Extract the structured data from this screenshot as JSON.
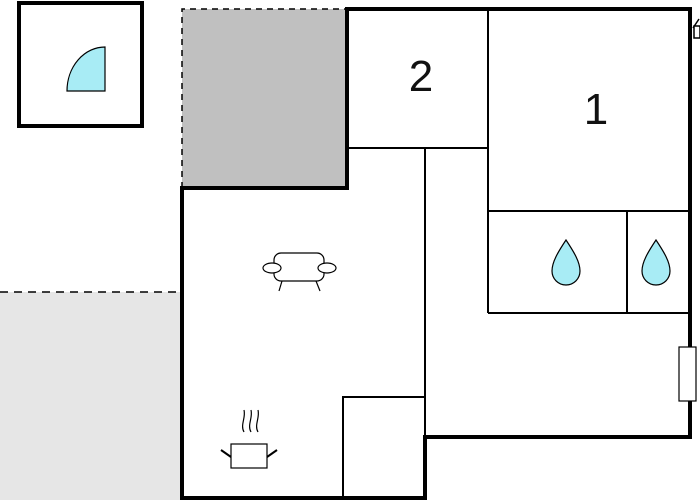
{
  "floorplan": {
    "rooms": [
      {
        "id": "bedroom-2",
        "label": "2"
      },
      {
        "id": "bedroom-1",
        "label": "1"
      }
    ],
    "icons": {
      "shower": "shower-icon",
      "bathroom": "water-drop-icon",
      "toilet": "water-drop-icon",
      "living": "sofa-icon",
      "kitchen": "cooking-pot-icon",
      "radiator": "radiator-icon",
      "entrance": "house-icon"
    },
    "colors": {
      "wall": "#000000",
      "water": "#a8ecf5",
      "terrace_dark": "#c0c0c0",
      "terrace_light": "#e6e6e6"
    }
  }
}
